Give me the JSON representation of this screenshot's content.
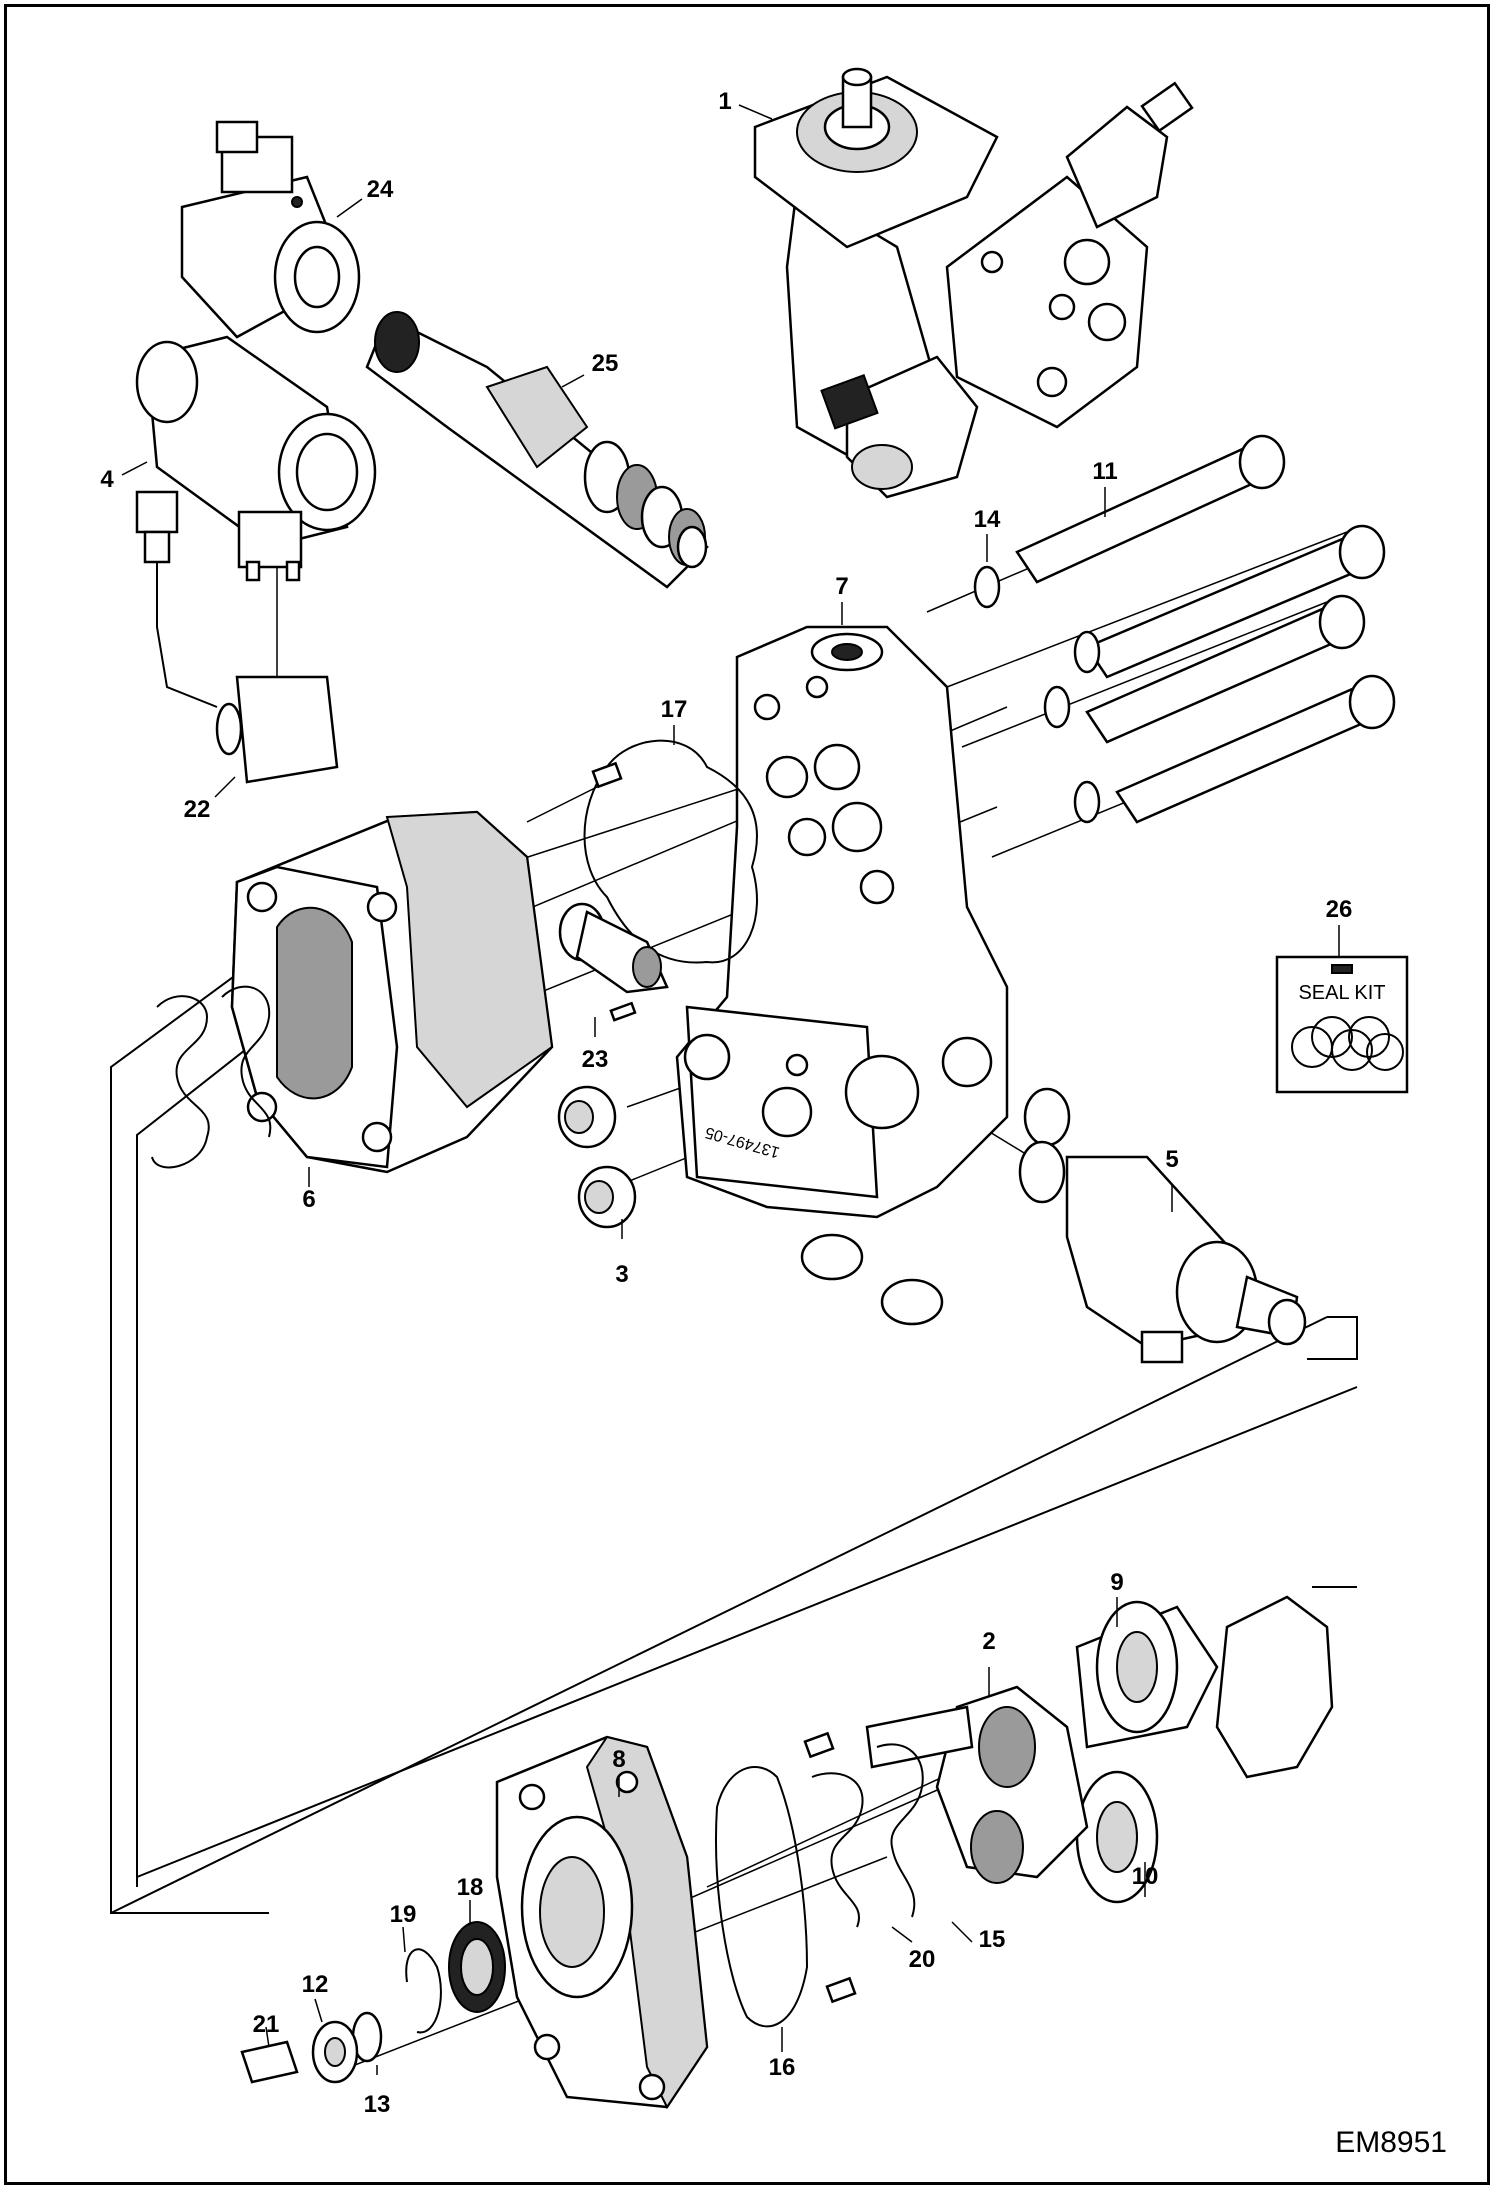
{
  "diagram": {
    "drawing_code": "EM8951",
    "seal_kit_label": "SEAL KIT",
    "body_stamp": "137497-05",
    "callouts": [
      "1",
      "2",
      "3",
      "4",
      "5",
      "6",
      "7",
      "8",
      "9",
      "10",
      "11",
      "12",
      "13",
      "14",
      "15",
      "16",
      "17",
      "18",
      "19",
      "20",
      "21",
      "22",
      "23",
      "24",
      "25",
      "26"
    ]
  }
}
